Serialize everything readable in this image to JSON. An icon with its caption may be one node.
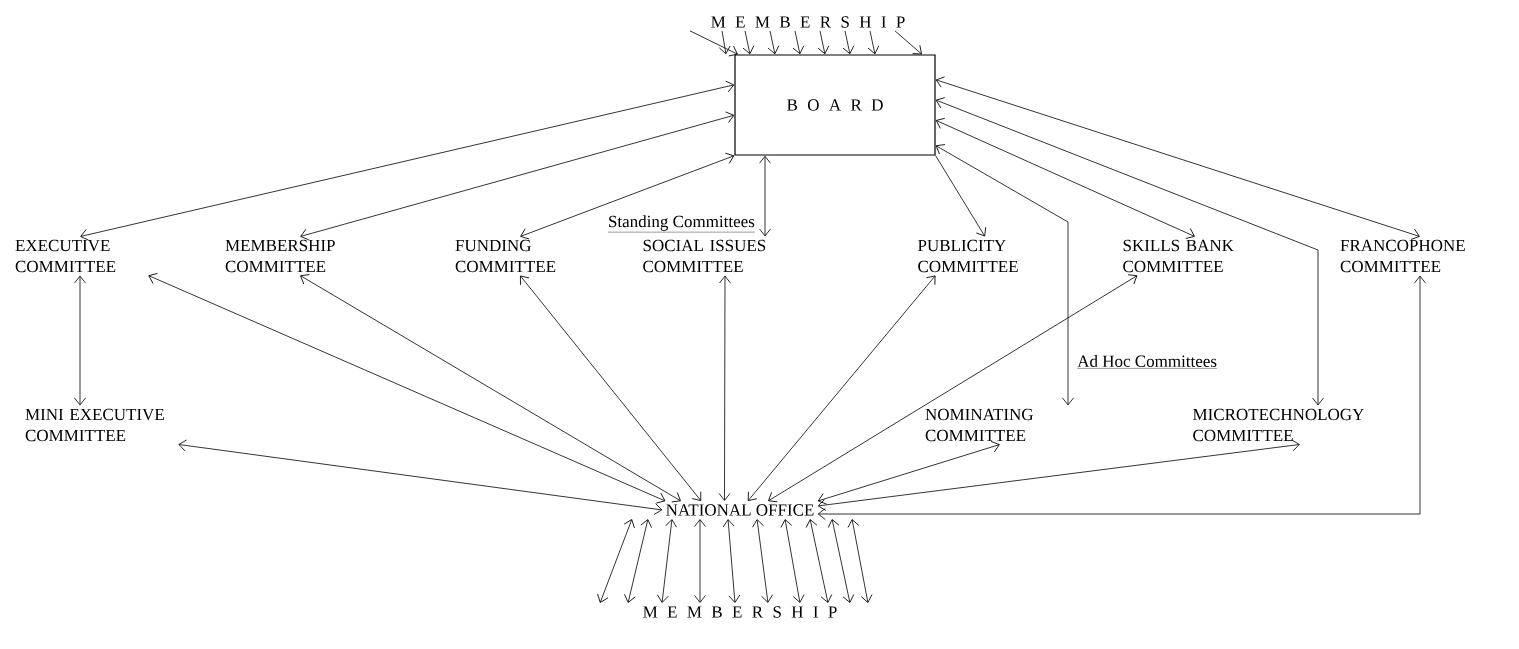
{
  "diagram": {
    "nodes": [
      {
        "text": [
          "M E M B E R S H I P"
        ]
      },
      {
        "text": [
          "B O A R D"
        ]
      },
      {
        "text": [
          "EXECUTIVE COMMITTEE"
        ]
      },
      {
        "text": [
          "MEMBERSHIP COMMITTEE"
        ]
      },
      {
        "text": [
          "FUNDING COMMITTEE"
        ]
      },
      {
        "text": [
          "SOCIAL ISSUES COMMITTEE"
        ]
      },
      {
        "text": [
          "PUBLICITY COMMITTEE"
        ]
      },
      {
        "text": [
          "SKILLS BANK COMMITTEE"
        ]
      },
      {
        "text": [
          "FRANCOPHONE COMMITTEE"
        ]
      },
      {
        "text": [
          "MINI EXECUTIVE COMMITTEE"
        ]
      },
      {
        "text": [
          "NOMINATING COMMITTEE"
        ]
      },
      {
        "text": [
          "MICROTECHNOLOGY COMMITTEE"
        ]
      },
      {
        "text": [
          "NATIONAL OFFICE"
        ]
      },
      {
        "text": [
          "M E M B E R S H I P"
        ]
      }
    ],
    "edges": [
      {
        "from": 0,
        "to": 1,
        "arrow": "to"
      },
      {
        "from": 0,
        "to": 1,
        "arrow": "to"
      },
      {
        "from": 0,
        "to": 1,
        "arrow": "to"
      },
      {
        "from": 0,
        "to": 1,
        "arrow": "to"
      },
      {
        "from": 0,
        "to": 1,
        "arrow": "to"
      },
      {
        "from": 0,
        "to": 1,
        "arrow": "to"
      },
      {
        "from": 0,
        "to": 1,
        "arrow": "to"
      },
      {
        "from": 0,
        "to": 1,
        "arrow": "to"
      },
      {
        "from": 0,
        "to": 1,
        "arrow": "to"
      },
      {
        "from": 1,
        "to": 2,
        "arrow": "both"
      },
      {
        "from": 1,
        "to": 3,
        "arrow": "both"
      },
      {
        "from": 1,
        "to": 4,
        "arrow": "both"
      },
      {
        "from": 1,
        "to": 5,
        "arrow": "both"
      },
      {
        "from": 1,
        "to": 6,
        "arrow": "to"
      },
      {
        "from": 1,
        "to": 7,
        "arrow": "both"
      },
      {
        "from": 1,
        "to": 8,
        "arrow": "both"
      },
      {
        "from": 1,
        "to": 10,
        "arrow": "both"
      },
      {
        "from": 1,
        "to": 11,
        "arrow": "both"
      },
      {
        "from": 2,
        "to": 9,
        "arrow": "both"
      },
      {
        "from": 12,
        "to": 2,
        "arrow": "both"
      },
      {
        "from": 12,
        "to": 3,
        "arrow": "both"
      },
      {
        "from": 12,
        "to": 4,
        "arrow": "both"
      },
      {
        "from": 12,
        "to": 5,
        "arrow": "both"
      },
      {
        "from": 12,
        "to": 6,
        "arrow": "both"
      },
      {
        "from": 12,
        "to": 7,
        "arrow": "both"
      },
      {
        "from": 12,
        "to": 9,
        "arrow": "both"
      },
      {
        "from": 12,
        "to": 10,
        "arrow": "both"
      },
      {
        "from": 12,
        "to": 11,
        "arrow": "both"
      },
      {
        "from": 12,
        "to": 8,
        "arrow": "both"
      },
      {
        "from": 12,
        "to": 13,
        "arrow": "both"
      },
      {
        "from": 12,
        "to": 13,
        "arrow": "both"
      },
      {
        "from": 12,
        "to": 13,
        "arrow": "both"
      },
      {
        "from": 12,
        "to": 13,
        "arrow": "both"
      },
      {
        "from": 12,
        "to": 13,
        "arrow": "both"
      },
      {
        "from": 12,
        "to": 13,
        "arrow": "both"
      },
      {
        "from": 12,
        "to": 13,
        "arrow": "both"
      },
      {
        "from": 12,
        "to": 13,
        "arrow": "both"
      },
      {
        "from": 12,
        "to": 13,
        "arrow": "both"
      },
      {
        "from": 12,
        "to": 13,
        "arrow": "both"
      }
    ],
    "labels": [
      "Standing Committees",
      "Ad Hoc Committees"
    ]
  }
}
